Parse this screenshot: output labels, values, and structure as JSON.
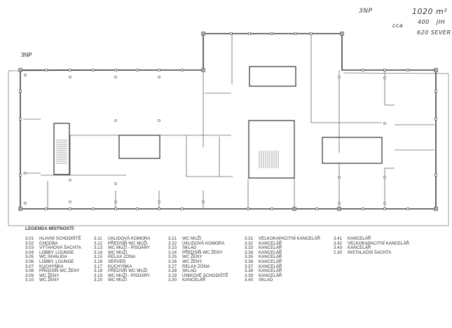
{
  "handwritten_notes": {
    "floor": "3NP",
    "area": "1020 m²",
    "approx": "cca",
    "south_value": "400",
    "south_label": "JIH",
    "north": "620 SEVER"
  },
  "plan": {
    "floor_label": "3NP",
    "wall_color": "#444444",
    "hatch_color": "#888888"
  },
  "legend": {
    "title": "LEGENDA MÍSTNOSTÍ:",
    "columns": [
      [
        {
          "num": "3.01",
          "name": "HLAVNÍ SCHODIŠTĚ"
        },
        {
          "num": "3.02",
          "name": "CHODBA"
        },
        {
          "num": "3.03",
          "name": "VÝTAHOVÁ ŠACHTA"
        },
        {
          "num": "3.04",
          "name": "LOBBY, LOUNGE"
        },
        {
          "num": "3.05",
          "name": "WC INVALIDA"
        },
        {
          "num": "3.06",
          "name": "LOBBY, LOUNGE"
        },
        {
          "num": "3.07",
          "name": "KUCHYŇKA"
        },
        {
          "num": "3.08",
          "name": "PŘEDSÍŇ WC ŽENY"
        },
        {
          "num": "3.09",
          "name": "WC ŽENY"
        },
        {
          "num": "3.10",
          "name": "WC ŽENY"
        }
      ],
      [
        {
          "num": "3.11",
          "name": "ÚKLIDOVÁ KOMORA"
        },
        {
          "num": "3.12",
          "name": "PŘEDSÍŇ WC MUŽI"
        },
        {
          "num": "3.13",
          "name": "WC MUŽI - PISOÁRY"
        },
        {
          "num": "3.14",
          "name": "WC MUŽI"
        },
        {
          "num": "3.15",
          "name": "RELAX ZÓNA"
        },
        {
          "num": "3.16",
          "name": "SERVER"
        },
        {
          "num": "3.17",
          "name": "KUCHYŇKA"
        },
        {
          "num": "3.18",
          "name": "PŘEDSÍŇ WC MUŽI"
        },
        {
          "num": "3.19",
          "name": "WC MUŽI - PISOÁRY"
        },
        {
          "num": "3.20",
          "name": "WC MUŽI"
        }
      ],
      [
        {
          "num": "3.21",
          "name": "WC MUŽI"
        },
        {
          "num": "3.22",
          "name": "ÚKLIDOVÁ KOMORA"
        },
        {
          "num": "3.23",
          "name": "SKLAD"
        },
        {
          "num": "3.24",
          "name": "PŘEDSÍŇ WC ŽENY"
        },
        {
          "num": "3.25",
          "name": "WC ŽENY"
        },
        {
          "num": "3.26",
          "name": "WC ŽENY"
        },
        {
          "num": "3.27",
          "name": "RELAX ZÓNA"
        },
        {
          "num": "3.28",
          "name": "SKLAD"
        },
        {
          "num": "3.29",
          "name": "ÚNIKOVÉ SCHODIŠTĚ"
        },
        {
          "num": "3.30",
          "name": "KANCELÁŘ"
        }
      ],
      [
        {
          "num": "3.31",
          "name": "VELKOKAPACITNÍ KANCELÁŘ"
        },
        {
          "num": "3.32",
          "name": "KANCELÁŘ"
        },
        {
          "num": "3.33",
          "name": "KANCELÁŘ"
        },
        {
          "num": "3.34",
          "name": "KANCELÁŘ"
        },
        {
          "num": "3.35",
          "name": "KANCELÁŘ"
        },
        {
          "num": "3.36",
          "name": "KANCELÁŘ"
        },
        {
          "num": "3.37",
          "name": "KANCELÁŘ"
        },
        {
          "num": "3.38",
          "name": "KANCELÁŘ"
        },
        {
          "num": "3.39",
          "name": "KANCELÁŘ"
        },
        {
          "num": "3.40",
          "name": "SKLAD"
        }
      ],
      [
        {
          "num": "3.41",
          "name": "KANCELÁŘ"
        },
        {
          "num": "3.42",
          "name": "VELKOKAPACITNÍ KANCELÁŘ"
        },
        {
          "num": "3.43",
          "name": "KANCELÁŘ"
        },
        {
          "num": "2.30",
          "name": "INSTALAČNÍ ŠACHTA"
        }
      ]
    ]
  }
}
